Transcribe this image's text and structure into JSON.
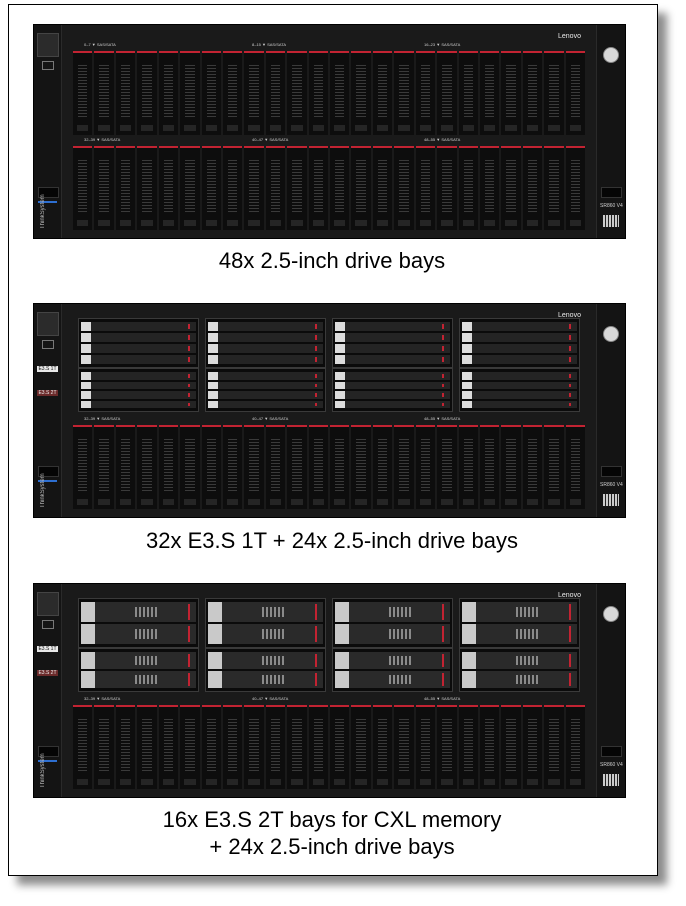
{
  "captions": {
    "config1": "48x 2.5-inch drive bays",
    "config2": "32x E3.S 1T + 24x 2.5-inch drive bays",
    "config3_line1": "16x E3.S 2T bays for CXL memory",
    "config3_line2": "+ 24x 2.5-inch drive bays"
  },
  "server": {
    "brand": "Lenovo",
    "model": "SR860 V4",
    "side_logo": "ThinkSystem",
    "e3_labels": {
      "t1": "E3.S 1T",
      "t2": "E3.S 2T"
    }
  },
  "bay_groups": {
    "row1": [
      "0–7",
      "8–15",
      "16–23"
    ],
    "row2": [
      "32–39",
      "40–47",
      "48–55"
    ],
    "interface": "SAS/SATA"
  },
  "colors": {
    "chassis": "#1a1a1a",
    "accent_red": "#c22332",
    "led_blue": "#2e6fd1"
  }
}
